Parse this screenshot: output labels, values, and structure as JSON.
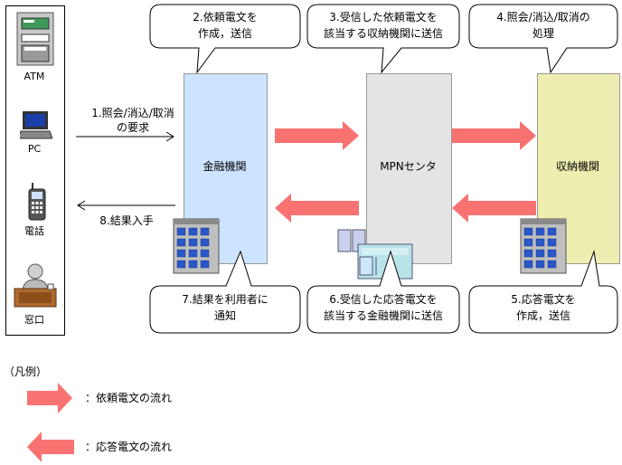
{
  "channels": {
    "atm": "ATM",
    "pc": "PC",
    "phone": "電話",
    "counter": "窓口"
  },
  "left_flows": {
    "request_line1": "1.照会/消込/取消",
    "request_line2": "の要求",
    "result": "8.結果入手"
  },
  "columns": {
    "bank": "金融機関",
    "center": "MPNセンタ",
    "collector": "収納機関"
  },
  "bubbles": {
    "b2": [
      "2.依頼電文を",
      "作成，送信"
    ],
    "b3": [
      "3.受信した依頼電文を",
      "該当する収納機関に送信"
    ],
    "b4": [
      "4.照会/消込/取消の",
      "処理"
    ],
    "b5": [
      "5.応答電文を",
      "作成，送信"
    ],
    "b6": [
      "6.受信した応答電文を",
      "該当する金融機関に送信"
    ],
    "b7": [
      "7.結果を利用者に",
      "通知"
    ]
  },
  "legend": {
    "title": "（凡例）",
    "request": "：依頼電文の流れ",
    "response": "：応答電文の流れ"
  },
  "colors": {
    "bank": "#cce4ff",
    "center": "#e4e4e4",
    "collector": "#eeeeb0",
    "arrow": "#f87272"
  }
}
